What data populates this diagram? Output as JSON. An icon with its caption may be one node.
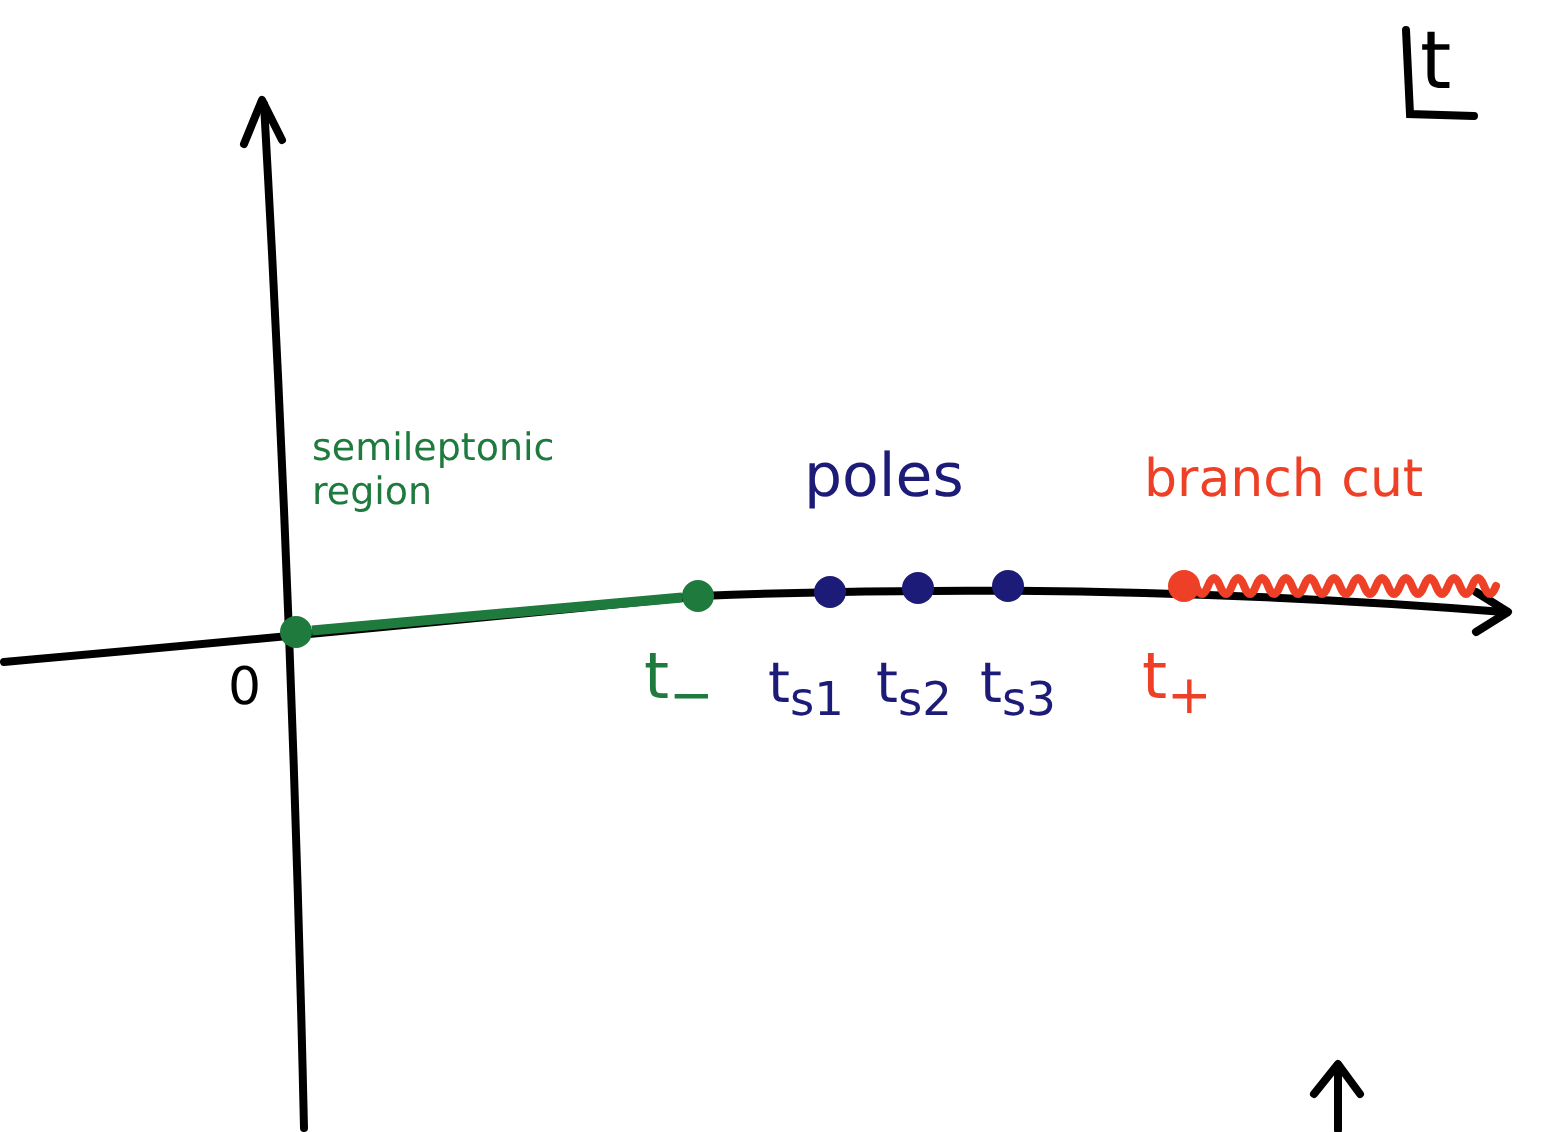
{
  "diagram": {
    "nodes": [
      {
        "text": [],
        "shape": "circle"
      },
      {
        "text": [],
        "shape": "circle"
      },
      {
        "text": [],
        "shape": "circle"
      },
      {
        "text": [],
        "shape": "circle"
      },
      {
        "text": [],
        "shape": "circle"
      },
      {
        "text": [],
        "shape": "circle"
      }
    ],
    "edges": [
      {
        "from": 0,
        "to": 1,
        "arrow": "none",
        "color": "#1f7a3e"
      }
    ],
    "labels": [
      "t",
      "semileptonic region",
      "poles",
      "branch cut",
      "0",
      "t$_{−}$",
      "t$_{s1}$",
      "t$_{s2}$",
      "t$_{s3}$",
      "t$_{+}$"
    ]
  }
}
